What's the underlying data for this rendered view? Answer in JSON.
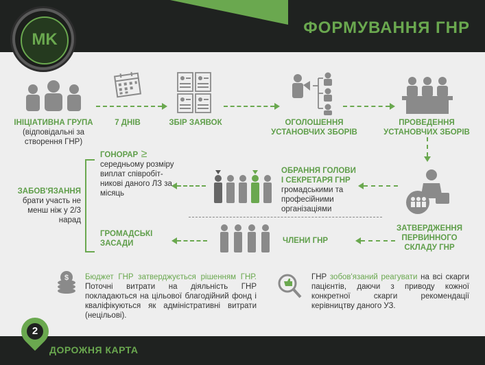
{
  "header": {
    "title": "ФОРМУВАННЯ ГНР",
    "logo": "MK"
  },
  "flow_top": [
    {
      "title": "ІНІЦІАТИВНА ГРУПА",
      "sub": "(відповідальні за створення ГНР)"
    },
    {
      "title": "7 ДНІВ"
    },
    {
      "title": "ЗБІР ЗАЯВОК"
    },
    {
      "title": "ОГОЛОШЕННЯ УСТАНОВЧИХ ЗБОРІВ"
    },
    {
      "title": "ПРОВЕДЕННЯ УСТАНОВЧИХ ЗБОРІВ"
    }
  ],
  "confirm": {
    "title": "ЗАТВЕРДЖЕННЯ ПЕРВИННОГО СКЛАДУ ГНР"
  },
  "election": {
    "title1": "ОБРАННЯ ГОЛОВИ",
    "title2": "І СЕКРЕТАРЯ ГНР",
    "text": "громадськими та професійними організаціями"
  },
  "members": {
    "title": "ЧЛЕНИ ГНР"
  },
  "fee": {
    "title": "ГОНОРАР",
    "text": "середньому розміру виплат співробіт-никові даного ЛЗ за місяць"
  },
  "public": {
    "title": "ГРОМАДСЬКІ ЗАСАДИ"
  },
  "duty": {
    "title": "ЗАБОВ'ЯЗАННЯ",
    "text": "брати участь не менш ніж у 2/3 нарад"
  },
  "budget": {
    "lead": "Бюджет ГНР затверджується рішенням ГНР.",
    "text": "Поточні витрати на діяльність ГНР покладаються на цільової благодійний фонд і кваліфікуються як адміністративні витрати (нецільові)."
  },
  "complaints": {
    "pre": "ГНР ",
    "em": "зобов'язаний реагувати",
    "text": " на всі скарги пацієнтів, даючи з приводу кожної конкретної скарги рекомендації керівництву даного УЗ."
  },
  "footer": {
    "page": "2",
    "label": "ДОРОЖНЯ КАРТА"
  },
  "colors": {
    "accent": "#6aa84f",
    "dark": "#1f2220",
    "bg": "#eeeeee"
  }
}
